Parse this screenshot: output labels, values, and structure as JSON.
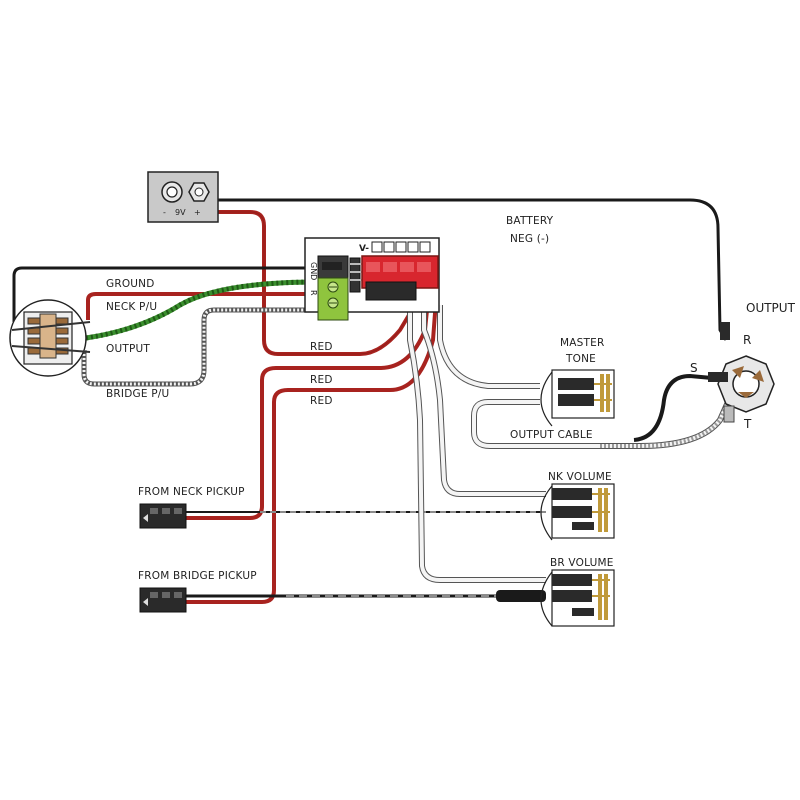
{
  "labels": {
    "battery": "BATTERY",
    "battery_neg": "NEG (-)",
    "output": "OUTPUT",
    "ground": "GROUND",
    "neck_pu": "NECK P/U",
    "output_jack_label": "OUTPUT",
    "bridge_pu": "BRIDGE P/U",
    "red1": "RED",
    "red2": "RED",
    "red3": "RED",
    "master_tone_1": "MASTER",
    "master_tone_2": "TONE",
    "output_cable": "OUTPUT CABLE",
    "nk_volume": "NK VOLUME",
    "br_volume": "BR VOLUME",
    "from_neck": "FROM NECK PICKUP",
    "from_bridge": "FROM BRIDGE PICKUP",
    "jack_r": "R",
    "jack_s": "S",
    "jack_t": "T",
    "battery_box_minus": "-",
    "battery_box_9v": "9V",
    "battery_box_plus": "+",
    "board_v": "V-",
    "board_gnd": "GND",
    "board_r": "R"
  },
  "colors": {
    "red_wire": "#a8231f",
    "black_wire": "#1a1a1a",
    "green_wire": "#3a8f2e",
    "white_wire": "#f4f4f4",
    "connector_red": "#d8262e",
    "board_green": "#8fc43e"
  }
}
